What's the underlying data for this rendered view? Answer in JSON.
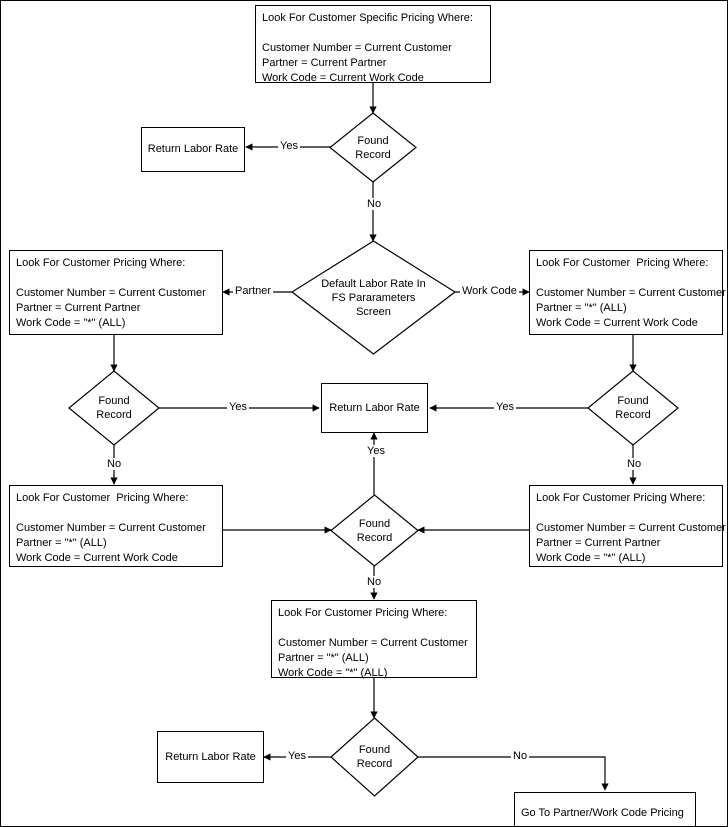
{
  "diagram": {
    "title": "Labor Rate Pricing Lookup Flowchart",
    "stroke_color": "#000000",
    "fill_color": "#ffffff",
    "text_color": "#000000",
    "nodes": {
      "customer_specific": {
        "type": "process",
        "text": "Look For Customer Specific Pricing Where:\n\nCustomer Number = Current Customer\nPartner = Current Partner\nWork Code = Current Work Code"
      },
      "found_1": {
        "type": "decision",
        "line1": "Found",
        "line2": "Record"
      },
      "return_rate_top": {
        "type": "process",
        "text": "Return Labor Rate"
      },
      "default_rate": {
        "type": "decision",
        "line1": "Default Labor Rate In",
        "line2": "FS Pararameters",
        "line3": "Screen"
      },
      "customer_partner": {
        "type": "process",
        "text": "Look For Customer Pricing Where:\n\nCustomer Number = Current Customer\nPartner = Current Partner\nWork Code = \"*\" (ALL)"
      },
      "customer_workcode_right": {
        "type": "process",
        "text": "Look For Customer  Pricing Where:\n\nCustomer Number = Current Customer\nPartner = \"*\" (ALL)\nWork Code = Current Work Code"
      },
      "found_2_left": {
        "type": "decision",
        "line1": "Found",
        "line2": "Record"
      },
      "found_2_right": {
        "type": "decision",
        "line1": "Found",
        "line2": "Record"
      },
      "return_rate_mid": {
        "type": "process",
        "text": "Return Labor Rate"
      },
      "customer_workcode_left": {
        "type": "process",
        "text": "Look For Customer  Pricing Where:\n\nCustomer Number = Current Customer\nPartner = \"*\" (ALL)\nWork Code = Current Work Code"
      },
      "customer_partner_right": {
        "type": "process",
        "text": "Look For Customer Pricing Where:\n\nCustomer Number = Current Customer\nPartner = Current Partner\nWork Code = \"*\" (ALL)"
      },
      "found_3": {
        "type": "decision",
        "line1": "Found",
        "line2": "Record"
      },
      "customer_all": {
        "type": "process",
        "text": "Look For Customer Pricing Where:\n\nCustomer Number = Current Customer\nPartner = \"*\" (ALL)\nWork Code = \"*\" (ALL)"
      },
      "found_4": {
        "type": "decision",
        "line1": "Found",
        "line2": "Record"
      },
      "return_rate_bottom": {
        "type": "process",
        "text": "Return Labor Rate"
      },
      "goto_partner": {
        "type": "process",
        "text": "Go To Partner/Work Code Pricing"
      }
    },
    "edge_labels": {
      "yes_1": "Yes",
      "no_1": "No",
      "partner": "Partner",
      "work_code": "Work Code",
      "yes_2_left": "Yes",
      "yes_2_right": "Yes",
      "no_2_left": "No",
      "no_2_right": "No",
      "yes_3": "Yes",
      "no_3": "No",
      "yes_4": "Yes",
      "no_4": "No"
    }
  }
}
